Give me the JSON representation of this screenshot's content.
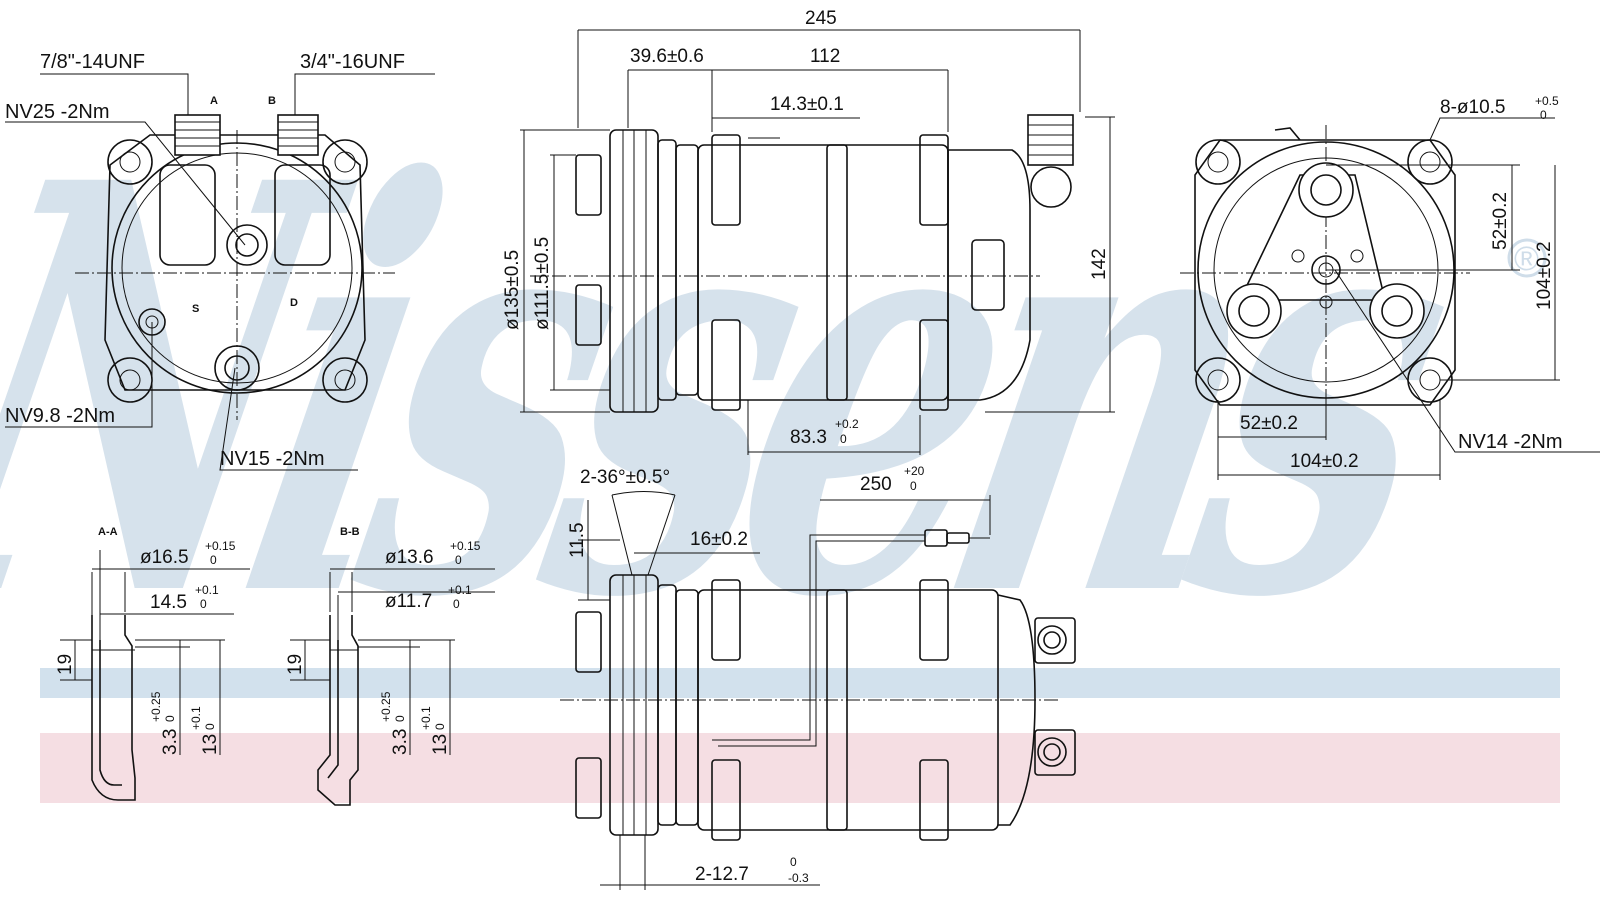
{
  "brand": {
    "watermark": "Nissens",
    "registered_mark": "®"
  },
  "colors": {
    "watermark_blue": "#cfdde9",
    "band_blue": "#c7d9e8",
    "band_red": "#f2d6dc",
    "line": "#111111"
  },
  "front_view": {
    "thread_a": "7/8\"-14UNF",
    "thread_b": "3/4\"-16UNF",
    "port_a": "A",
    "port_b": "B",
    "port_s": "S",
    "port_d": "D",
    "nv25": "NV25  -2Nm",
    "nv98": "NV9.8  -2Nm",
    "nv15": "NV15  -2Nm"
  },
  "side_view": {
    "overall_length": "245",
    "d_396": "39.6±0.6",
    "d_112": "112",
    "d_143": "14.3±0.1",
    "d_833": "83.3",
    "d_833_tol_up": "+0.2",
    "d_833_tol_low": "0",
    "dia_135": "ø135±0.5",
    "dia_1115": "ø111.5±0.5",
    "height_142": "142"
  },
  "rear_view": {
    "holes": "8-ø10.5",
    "holes_tol_up": "+0.5",
    "holes_tol_low": "0",
    "v_52": "52±0.2",
    "v_104": "104±0.2",
    "h_52": "52±0.2",
    "h_104": "104±0.2",
    "nv14": "NV14  -2Nm"
  },
  "sections": {
    "aa": {
      "title": "A-A",
      "dia_outer": "ø16.5",
      "dia_outer_up": "+0.15",
      "dia_outer_low": "0",
      "width": "14.5",
      "width_up": "+0.1",
      "width_low": "0",
      "h19": "19",
      "v33": "3.3",
      "v33_up": "+0.25",
      "v33_low": "0",
      "v13": "13",
      "v13_up": "+0.1",
      "v13_low": "0"
    },
    "bb": {
      "title": "B-B",
      "dia_outer": "ø13.6",
      "dia_outer_up": "+0.15",
      "dia_outer_low": "0",
      "dia_inner": "ø11.7",
      "dia_inner_up": "+0.1",
      "dia_inner_low": "0",
      "h19": "19",
      "v33": "3.3",
      "v33_up": "+0.25",
      "v33_low": "0",
      "v13": "13",
      "v13_up": "+0.1",
      "v13_low": "0"
    }
  },
  "bottom_view": {
    "angle": "2-36°±0.5°",
    "d_115": "11.5",
    "wire": "250",
    "wire_up": "+20",
    "wire_low": "0",
    "d_16": "16±0.2",
    "groove": "2-12.7",
    "groove_up": "0",
    "groove_low": "-0.3"
  }
}
